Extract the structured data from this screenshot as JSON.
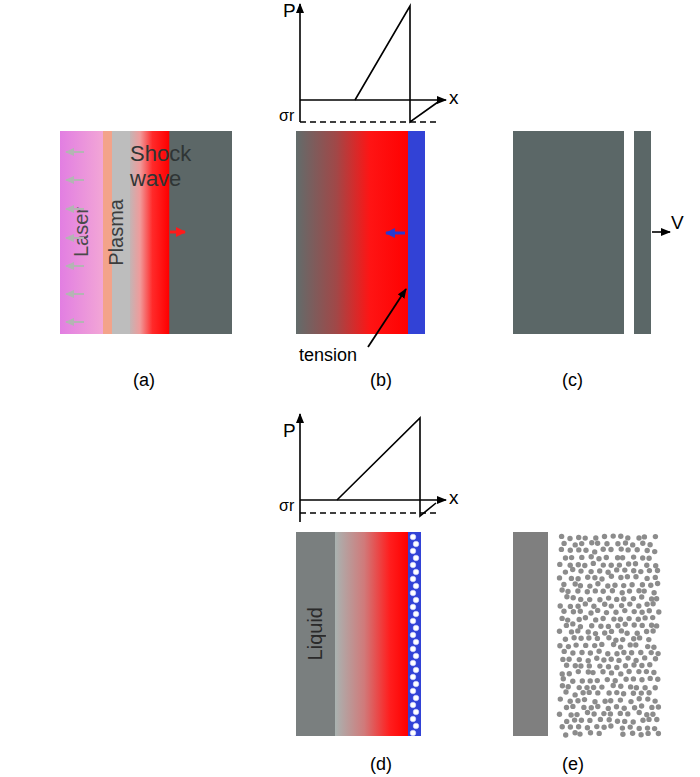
{
  "diagram": {
    "nodes": [
      {
        "text": [
          "Laser"
        ]
      },
      {
        "text": [
          "Plasma"
        ]
      },
      {
        "text": [
          "Shock wave"
        ]
      },
      {
        "text": [
          "Liquid"
        ]
      }
    ],
    "labels": [
      "P",
      "x",
      "σr",
      "tension",
      "V",
      "(a)",
      "(b)",
      "(c)",
      "P",
      "x",
      "σr",
      "(d)",
      "(e)"
    ]
  }
}
